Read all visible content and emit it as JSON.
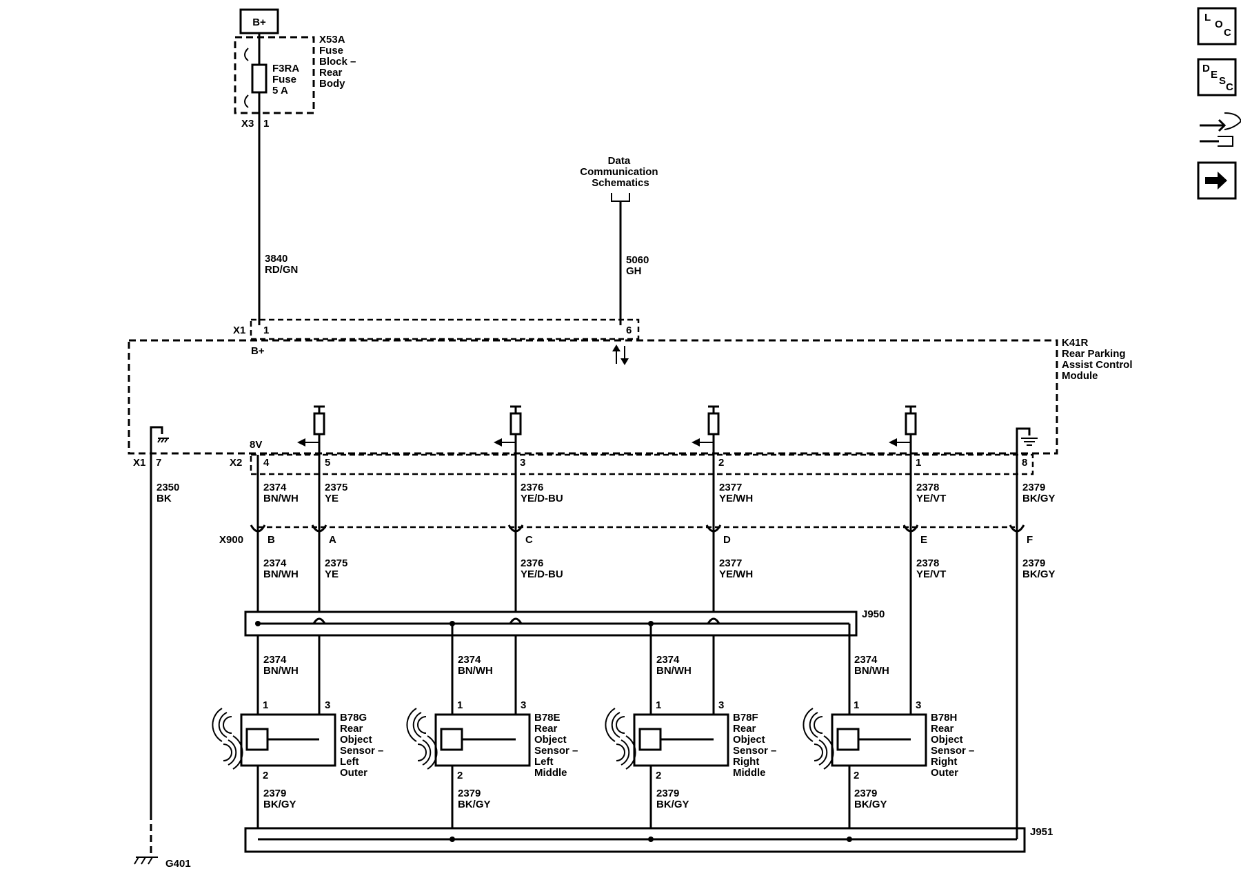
{
  "power": {
    "label": "B+",
    "fuse_block": [
      "X53A",
      "Fuse",
      "Block –",
      "Rear",
      "Body"
    ],
    "fuse": [
      "F3RA",
      "Fuse",
      "5 A"
    ],
    "conn_x3": "X3",
    "pin_x3": "1",
    "wire_id": "3840",
    "wire_color": "RD/GN"
  },
  "data_comm": {
    "label": [
      "Data",
      "Communication",
      "Schematics"
    ],
    "wire_id": "5060",
    "wire_color": "GH"
  },
  "module": {
    "name": [
      "K41R",
      "Rear Parking",
      "Assist Control",
      "Module"
    ],
    "conn_x1": "X1",
    "pin_x1_1": "1",
    "pin_x1_6": "6",
    "b_plus": "B+",
    "pin_x1_7": "7",
    "conn_x2": "X2",
    "voltage": "8V",
    "pin_x2_4": "4",
    "pin_x2_5": "5",
    "pin_x2_3": "3",
    "pin_x2_2": "2",
    "pin_x2_1": "1",
    "pin_x2_8": "8"
  },
  "ground_wire": {
    "id": "2350",
    "color": "BK",
    "ground": "G401"
  },
  "harness": {
    "x2_wires": [
      {
        "id": "2374",
        "color": "BN/WH"
      },
      {
        "id": "2375",
        "color": "YE"
      },
      {
        "id": "2376",
        "color": "YE/D-BU"
      },
      {
        "id": "2377",
        "color": "YE/WH"
      },
      {
        "id": "2378",
        "color": "YE/VT"
      },
      {
        "id": "2379",
        "color": "BK/GY"
      }
    ],
    "x900": "X900",
    "x900_pins": [
      "B",
      "A",
      "C",
      "D",
      "E",
      "F"
    ],
    "splice_top": "J950",
    "splice_bottom": "J951"
  },
  "sensors": [
    {
      "name": [
        "B78G",
        "Rear",
        "Object",
        "Sensor –",
        "Left",
        "Outer"
      ],
      "pin1": "1",
      "pin3": "3",
      "pin2": "2",
      "in_id": "2374",
      "in_color": "BN/WH",
      "out_id": "2379",
      "out_color": "BK/GY"
    },
    {
      "name": [
        "B78E",
        "Rear",
        "Object",
        "Sensor –",
        "Left",
        "Middle"
      ],
      "pin1": "1",
      "pin3": "3",
      "pin2": "2",
      "in_id": "2374",
      "in_color": "BN/WH",
      "out_id": "2379",
      "out_color": "BK/GY"
    },
    {
      "name": [
        "B78F",
        "Rear",
        "Object",
        "Sensor –",
        "Right",
        "Middle"
      ],
      "pin1": "1",
      "pin3": "3",
      "pin2": "2",
      "in_id": "2374",
      "in_color": "BN/WH",
      "out_id": "2379",
      "out_color": "BK/GY"
    },
    {
      "name": [
        "B78H",
        "Rear",
        "Object",
        "Sensor –",
        "Right",
        "Outer"
      ],
      "pin1": "1",
      "pin3": "3",
      "pin2": "2",
      "in_id": "2374",
      "in_color": "BN/WH",
      "out_id": "2379",
      "out_color": "BK/GY"
    }
  ],
  "nav": {
    "loc": [
      "L",
      "O",
      "C"
    ],
    "desc": [
      "D",
      "E",
      "S",
      "C"
    ],
    "icons": [
      "loc-button-icon",
      "desc-button-icon",
      "connector-wrench-icon",
      "next-arrow-icon"
    ]
  }
}
